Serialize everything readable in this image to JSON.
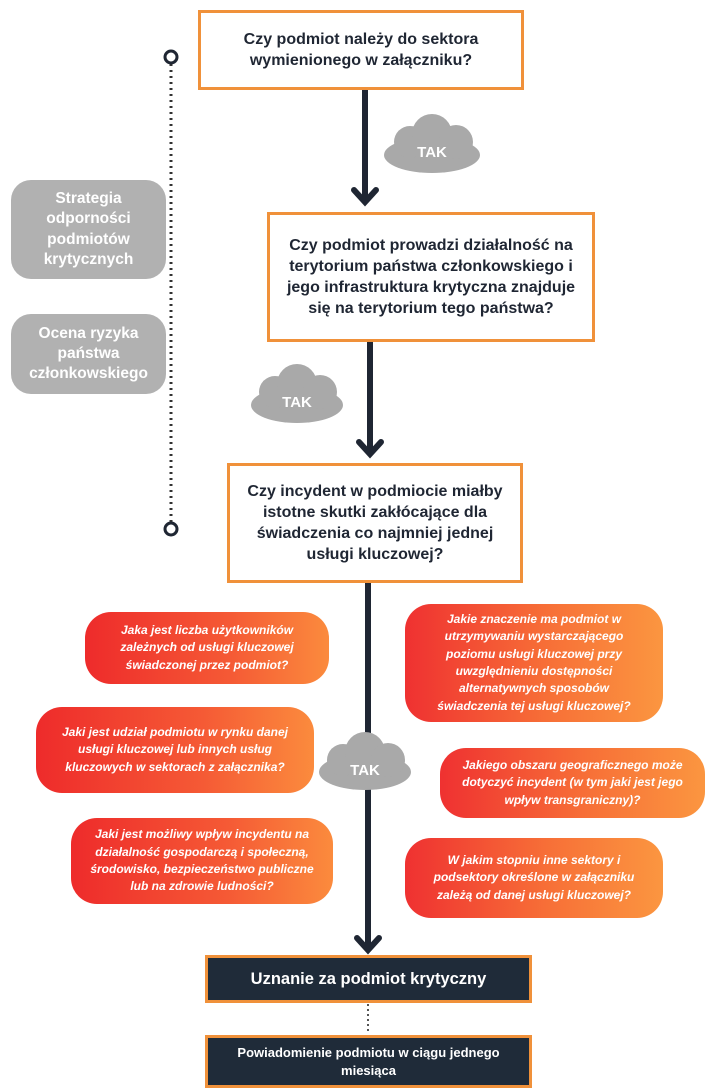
{
  "questions": {
    "q1": "Czy podmiot należy do sektora wymienionego w załączniku?",
    "q2": "Czy podmiot prowadzi działalność na terytorium państwa członkowskiego i jego infrastruktura krytyczna znajduje się na terytorium tego państwa?",
    "q3": "Czy incydent w podmiocie miałby istotne skutki zakłócające dla świadczenia co najmniej jednej usługi kluczowej?"
  },
  "yes_label": "TAK",
  "side_labels": {
    "strategy": "Strategia odporności podmiotów krytycznych",
    "risk": "Ocena ryzyka państwa członkowskiego"
  },
  "criteria_left": [
    "Jaka jest liczba użytkowników zależnych od usługi kluczowej świadczonej przez podmiot?",
    "Jaki jest udział podmiotu w rynku danej usługi kluczowej lub innych usług kluczowych w sektorach z załącznika?",
    "Jaki jest możliwy wpływ incydentu na działalność gospodarczą i społeczną, środowisko, bezpieczeństwo publiczne lub na zdrowie ludności?"
  ],
  "criteria_right": [
    "Jakie znaczenie ma podmiot w utrzymywaniu wystarczającego poziomu usługi kluczowej przy uwzględnieniu dostępności alternatywnych sposobów świadczenia tej usługi kluczowej?",
    "Jakiego obszaru geograficznego może dotyczyć incydent (w tym jaki jest jego wpływ transgraniczny)?",
    "W jakim stopniu inne sektory i podsektory określone w załączniku zależą od danej usługi kluczowej?"
  ],
  "outcome": {
    "designation": "Uznanie za podmiot krytyczny",
    "notification": "Powiadomienie podmiotu w ciągu jednego miesiąca"
  },
  "colors": {
    "accent_orange": "#f0913a",
    "navy": "#1f2b39",
    "gray": "#b1b1b1",
    "red": "#ee2b2b"
  }
}
